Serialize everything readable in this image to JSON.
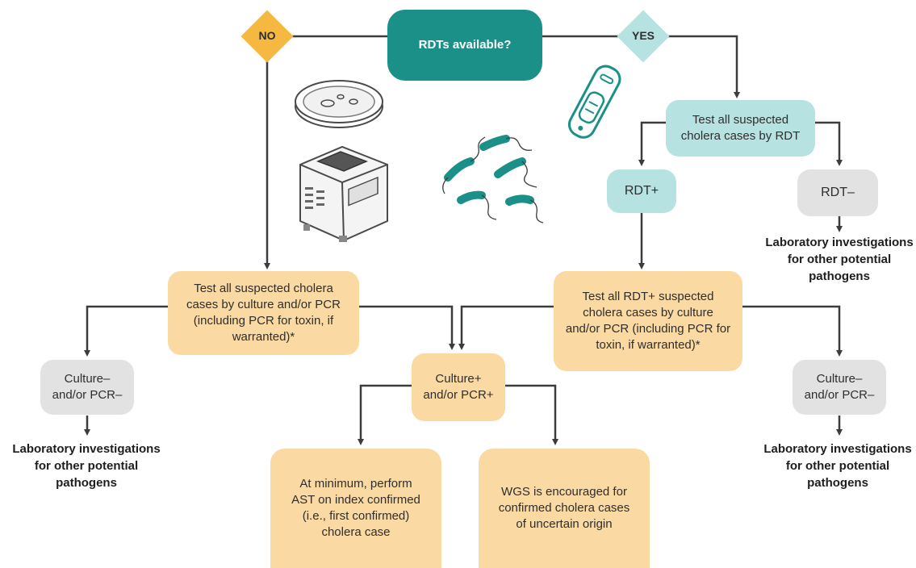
{
  "colors": {
    "teal": "#1a9088",
    "light_teal": "#b7e2e2",
    "orange": "#fbd9a2",
    "yellow_diamond": "#f5b942",
    "grey": "#e2e2e3",
    "line": "#3c3c3c"
  },
  "nodes": {
    "decision": "RDTs available?",
    "no": "NO",
    "yes": "YES",
    "test_rdt": "Test all suspected\ncholera cases by RDT",
    "rdt_pos": "RDT+",
    "rdt_neg": "RDT–",
    "lab_right_top": "Laboratory investigations\nfor other potential\npathogens",
    "test_culture_left": "Test all suspected cholera\ncases by culture and/or PCR\n(including PCR for toxin, if\nwarranted)*",
    "test_culture_right": "Test all RDT+ suspected\ncholera cases by culture\nand/or PCR (including PCR for\ntoxin, if warranted)*",
    "culture_pos": "Culture+\nand/or PCR+",
    "culture_neg_left": "Culture–\nand/or PCR–",
    "culture_neg_right": "Culture–\nand/or PCR–",
    "lab_left": "Laboratory investigations\nfor other potential\npathogens",
    "lab_right_bottom": "Laboratory investigations\nfor other potential\npathogens",
    "ast": "At minimum, perform\nAST on index confirmed\n(i.e., first confirmed)\ncholera case",
    "wgs": "WGS is encouraged for\nconfirmed cholera cases\nof uncertain origin"
  },
  "illustrations": [
    "petri-dish",
    "pcr-thermocycler",
    "vibrio-bacteria",
    "rdt-cassette"
  ]
}
